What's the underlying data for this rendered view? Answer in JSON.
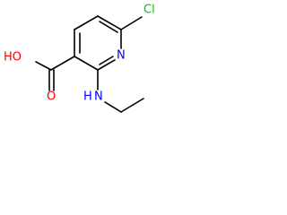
{
  "molecule": {
    "atoms": {
      "cl": {
        "label": "Cl",
        "color": "#00c800"
      },
      "n_ring": {
        "label": "N",
        "color": "#0000ff"
      },
      "o_carbonyl": {
        "label": "O",
        "color": "#ff0000"
      },
      "o_hydroxyl": {
        "label": "HO",
        "color": "#ff0000"
      },
      "n_amine": {
        "label": "N",
        "color": "#0000ff"
      },
      "h_amine": {
        "label": "H",
        "color": "#0000ff"
      }
    },
    "bond_color": "#000000"
  }
}
